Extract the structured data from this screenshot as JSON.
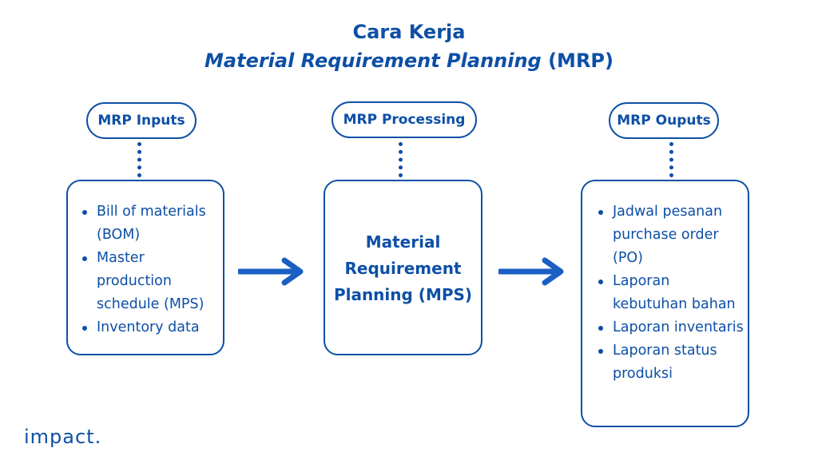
{
  "title": {
    "line1": "Cara Kerja",
    "line2_italic": "Material Requirement Planning",
    "line2_suffix": " (MRP)"
  },
  "stages": [
    {
      "label": "MRP Inputs",
      "items": [
        "Bill of materials (BOM)",
        "Master production schedule (MPS)",
        "Inventory data"
      ]
    },
    {
      "label": "MRP Processing",
      "content": [
        "Material",
        "Requirement",
        "Planning (MPS)"
      ]
    },
    {
      "label": "MRP Ouputs",
      "items": [
        "Jadwal pesanan purchase order (PO)",
        "Laporan kebutuhan bahan",
        "Laporan inventaris",
        "Laporan status produksi"
      ]
    }
  ],
  "logo": "impact.",
  "colors": {
    "primary": "#0d4fa6",
    "arrow": "#1a5fc4",
    "background": "#ffffff"
  }
}
